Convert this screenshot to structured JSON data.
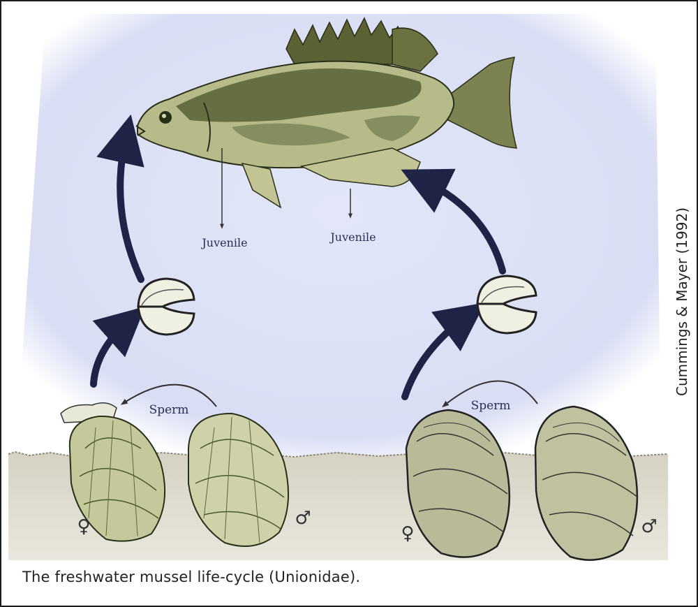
{
  "diagram": {
    "labels": {
      "juvenile_left": "Juvenile",
      "juvenile_right": "Juvenile",
      "sperm_left": "Sperm",
      "sperm_right": "Sperm",
      "female_symbol_left": "♀",
      "male_symbol_left": "♂",
      "female_symbol_right": "♀",
      "male_symbol_right": "♂"
    },
    "caption": "The freshwater mussel life-cycle (Unionidae).",
    "credit": "Cummings & Mayer (1992)"
  },
  "colors": {
    "water": "#dfe3f6",
    "sediment": "#d9d6c8",
    "fish_body": "#b9bd8d",
    "fish_dark": "#3f4a22",
    "shell": "#c8caa0",
    "arrow": "#1f2447"
  },
  "icons": [
    "crappie-fish-icon",
    "glochidium-icon",
    "mussel-shell-icon",
    "female-symbol-icon",
    "male-symbol-icon"
  ]
}
